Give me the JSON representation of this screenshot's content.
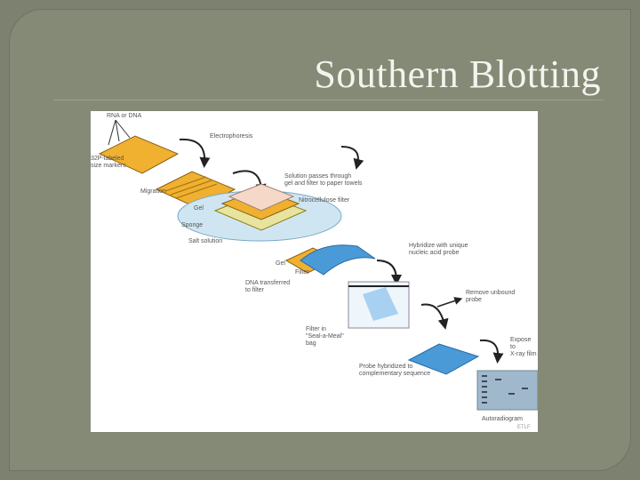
{
  "slide": {
    "title": "Southern Blotting"
  },
  "figure": {
    "labels": {
      "rna_dna": "RNA or DNA",
      "size_markers": "32P-labeled\nsize markers",
      "electrophoresis": "Electrophoresis",
      "migration": "Migration",
      "solution_passes": "Solution passes through\ngel and filter to paper towels",
      "nitrocellulose": "Nitrocellulose filter",
      "gel1": "Gel",
      "sponge": "Sponge",
      "salt": "Salt solution",
      "gel2": "Gel",
      "filter": "Filter",
      "dna_transferred": "DNA transferred\nto filter",
      "hybridize": "Hybridize with unique\nnucleic acid probe",
      "remove": "Remove unbound\nprobe",
      "seal": "Filter in\n\"Seal-a-Meal\"\nbag",
      "probe_hybridized": "Probe hybridized to\ncomplementary sequence",
      "expose": "Expose to\nX-ray film",
      "autoradiogram": "Autoradiogram",
      "credit": "ETLF"
    },
    "colors": {
      "gel": "#f0b030",
      "filter": "#4a9ad8",
      "tray": "#cfe6f2",
      "film": "#9fb8cc"
    }
  }
}
